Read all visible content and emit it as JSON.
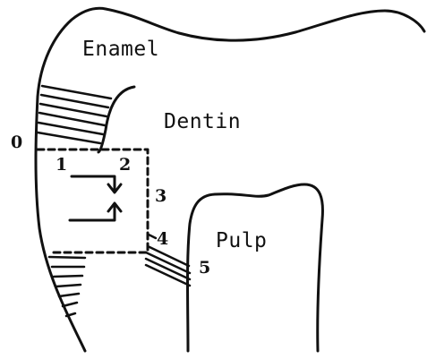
{
  "labels": {
    "enamel": "Enamel",
    "dentin": "Dentin",
    "pulp": "Pulp"
  },
  "points": {
    "p0": "0",
    "p1": "1",
    "p2": "2",
    "p3": "3",
    "p4": "4",
    "p5": "5"
  }
}
